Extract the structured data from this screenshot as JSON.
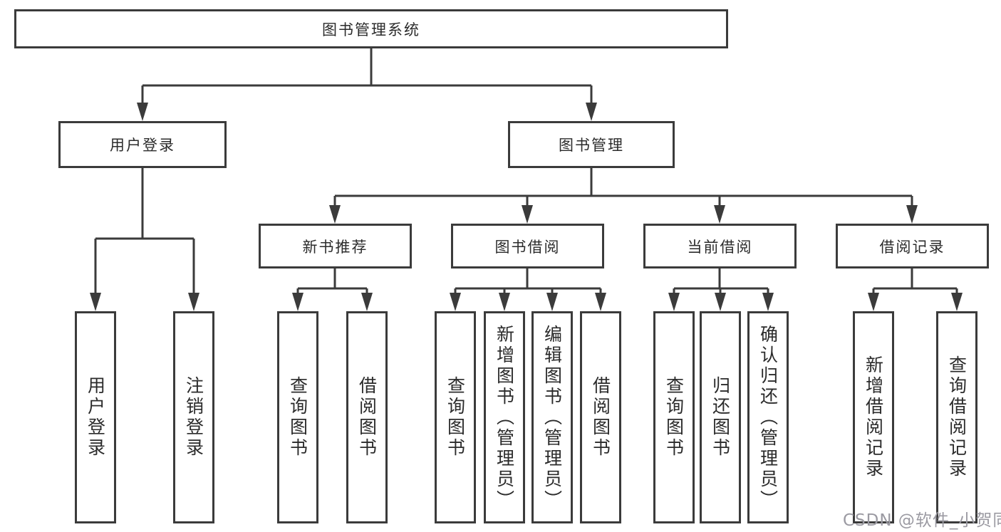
{
  "tree": {
    "label": "图书管理系统",
    "children": [
      {
        "label": "用户登录",
        "children": [
          {
            "label": "用户登录"
          },
          {
            "label": "注销登录"
          }
        ]
      },
      {
        "label": "图书管理",
        "children": [
          {
            "label": "新书推荐",
            "children": [
              {
                "label": "查询图书"
              },
              {
                "label": "借阅图书"
              }
            ]
          },
          {
            "label": "图书借阅",
            "children": [
              {
                "label": "查询图书"
              },
              {
                "label": "新增图书（管理员）"
              },
              {
                "label": "编辑图书（管理员）"
              },
              {
                "label": "借阅图书"
              }
            ]
          },
          {
            "label": "当前借阅",
            "children": [
              {
                "label": "查询图书"
              },
              {
                "label": "归还图书"
              },
              {
                "label": "确认归还（管理员）"
              }
            ]
          },
          {
            "label": "借阅记录",
            "children": [
              {
                "label": "新增借阅记录"
              },
              {
                "label": "查询借阅记录"
              }
            ]
          }
        ]
      }
    ]
  },
  "watermark": {
    "text": "CSDN @软件_小贺同学"
  },
  "colors": {
    "line": "#3b3b3b",
    "text": "#2b2b2b",
    "box_fill": "#ffffff",
    "background": "#ffffff",
    "watermark": "#9b9aa2"
  }
}
